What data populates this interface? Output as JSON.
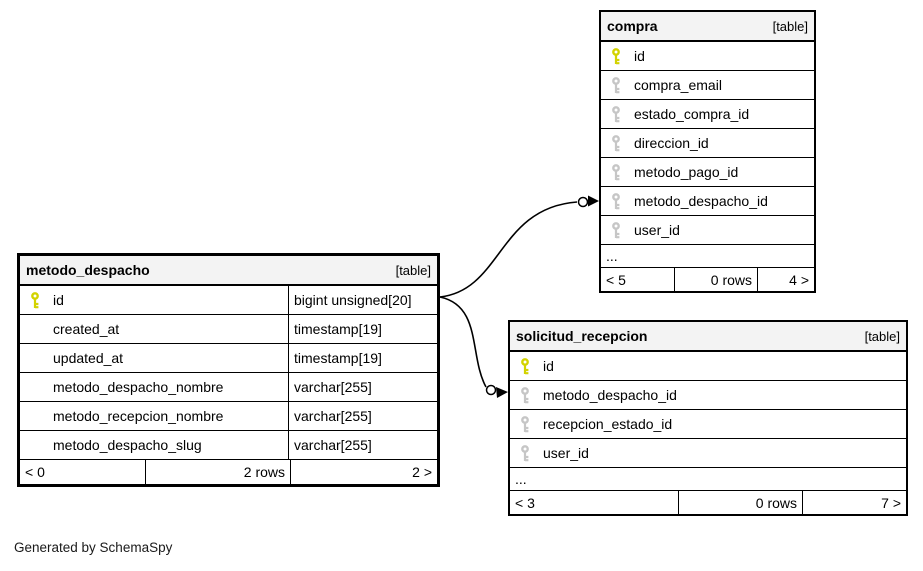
{
  "page": {
    "footer_note": "Generated by SchemaSpy"
  },
  "colors": {
    "primary_key": "#d3d300",
    "foreign_key": "#c6c6c6",
    "header_bg": "#f3f3f3",
    "border": "#000000"
  },
  "tables": [
    {
      "name": "compra",
      "tag": "[table]",
      "columns": [
        {
          "name": "id",
          "key": "primary"
        },
        {
          "name": "compra_email",
          "key": "foreign"
        },
        {
          "name": "estado_compra_id",
          "key": "foreign"
        },
        {
          "name": "direccion_id",
          "key": "foreign"
        },
        {
          "name": "metodo_pago_id",
          "key": "foreign"
        },
        {
          "name": "metodo_despacho_id",
          "key": "foreign"
        },
        {
          "name": "user_id",
          "key": "foreign"
        }
      ],
      "ellipsis": "...",
      "footer": {
        "left": "< 5",
        "center": "0 rows",
        "right": "4 >"
      }
    },
    {
      "name": "metodo_despacho",
      "tag": "[table]",
      "columns": [
        {
          "name": "id",
          "key": "primary",
          "type": "bigint unsigned[20]"
        },
        {
          "name": "created_at",
          "key": "none",
          "type": "timestamp[19]"
        },
        {
          "name": "updated_at",
          "key": "none",
          "type": "timestamp[19]"
        },
        {
          "name": "metodo_despacho_nombre",
          "key": "none",
          "type": "varchar[255]"
        },
        {
          "name": "metodo_recepcion_nombre",
          "key": "none",
          "type": "varchar[255]"
        },
        {
          "name": "metodo_despacho_slug",
          "key": "none",
          "type": "varchar[255]"
        }
      ],
      "footer": {
        "left": "< 0",
        "center": "2 rows",
        "right": "2 >"
      }
    },
    {
      "name": "solicitud_recepcion",
      "tag": "[table]",
      "columns": [
        {
          "name": "id",
          "key": "primary"
        },
        {
          "name": "metodo_despacho_id",
          "key": "foreign"
        },
        {
          "name": "recepcion_estado_id",
          "key": "foreign"
        },
        {
          "name": "user_id",
          "key": "foreign"
        }
      ],
      "ellipsis": "...",
      "footer": {
        "left": "< 3",
        "center": "0 rows",
        "right": "7 >"
      }
    }
  ],
  "relationships": [
    {
      "from": "metodo_despacho.id",
      "to": "compra.metodo_despacho_id"
    },
    {
      "from": "metodo_despacho.id",
      "to": "solicitud_recepcion.metodo_despacho_id"
    }
  ]
}
